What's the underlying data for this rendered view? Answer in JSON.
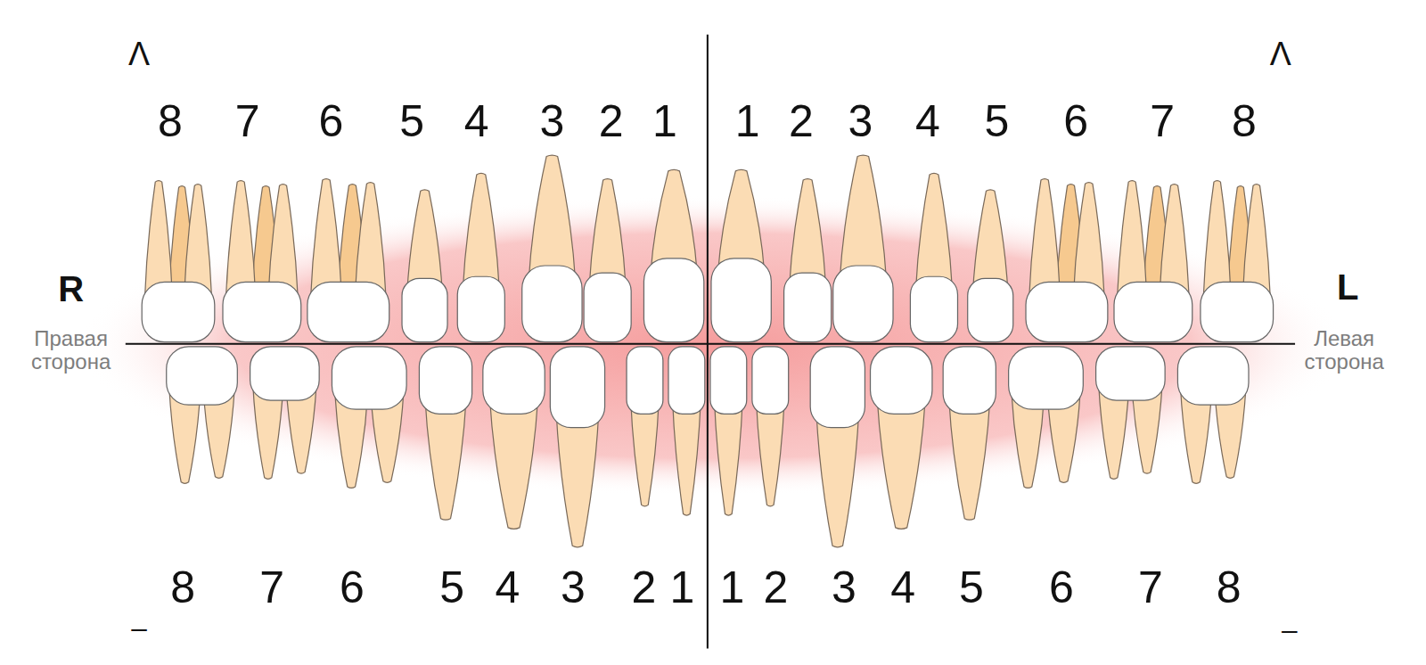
{
  "diagram": {
    "labels": [
      "Λ",
      "Λ",
      "8",
      "7",
      "6",
      "5",
      "4",
      "3",
      "2",
      "1",
      "1",
      "2",
      "3",
      "4",
      "5",
      "6",
      "7",
      "8",
      "R",
      "Правая сторона",
      "L",
      "Левая сторона",
      "8",
      "7",
      "6",
      "5",
      "4",
      "3",
      "2",
      "1",
      "1",
      "2",
      "3",
      "4",
      "5",
      "6",
      "7",
      "8",
      "_",
      "_"
    ]
  }
}
